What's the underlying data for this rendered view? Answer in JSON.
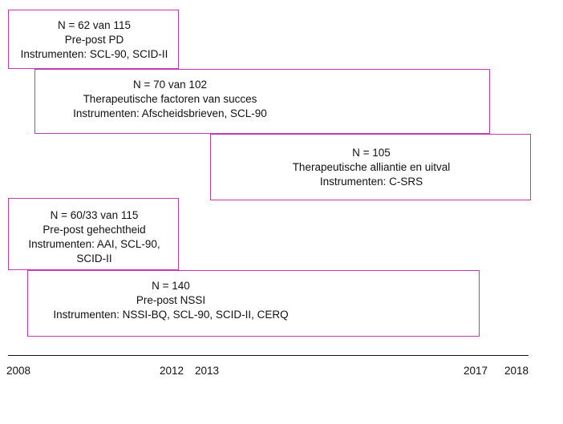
{
  "studies": [
    {
      "lines": [
        "N = 62 van 115",
        "Pre-post PD",
        "Instrumenten: SCL-90, SCID-II"
      ]
    },
    {
      "lines": [
        "N = 70 van 102",
        "Therapeutische factoren van succes",
        "Instrumenten: Afscheidsbrieven, SCL-90"
      ]
    },
    {
      "lines": [
        "N = 105",
        "Therapeutische alliantie en uitval",
        "Instrumenten: C-SRS"
      ]
    },
    {
      "lines": [
        "N = 60/33 van 115",
        "Pre-post gehechtheid",
        "Instrumenten: AAI, SCL-90,",
        "SCID-II"
      ]
    },
    {
      "lines": [
        "N = 140",
        "Pre-post NSSI",
        "Instrumenten: NSSI-BQ, SCL-90, SCID-II, CERQ"
      ]
    }
  ],
  "timeline": {
    "years": [
      "2008",
      "2012",
      "2013",
      "2017",
      "2018"
    ]
  },
  "colors": {
    "box_border": "#c03bb4",
    "text": "#111111",
    "axis": "#111111"
  }
}
